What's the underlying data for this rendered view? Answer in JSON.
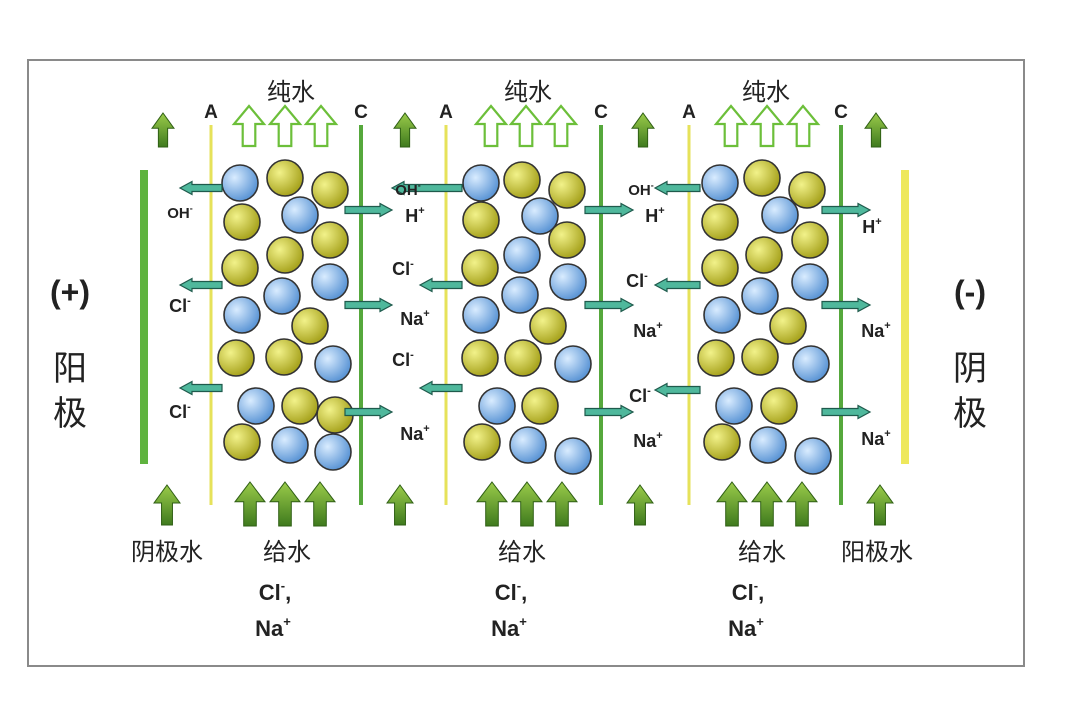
{
  "colors": {
    "frame": "#8a8a8a",
    "anion_membrane": "#e6e25a",
    "cation_membrane": "#56a83c",
    "anode_plate": "#5fb33f",
    "cathode_plate": "#eee85c",
    "ion_arrow": "#4fb89c",
    "up_arrow": "#6aa828",
    "yellow_bead": "#c7c735",
    "blue_bead": "#7fb3e8",
    "text": "#222222"
  },
  "labels": {
    "anode_sign": "(+)",
    "anode_char1": "阳",
    "anode_char2": "极",
    "cathode_sign": "(-)",
    "cathode_char1": "阴",
    "cathode_char2": "极",
    "pure_water": "纯水",
    "feed_water": "给水",
    "left_electrode_water": "阴极水",
    "right_electrode_water": "阳极水",
    "feed_ions_line1": "Cl-,",
    "feed_ions_line2": "Na+",
    "membrane_a": "A",
    "membrane_c": "C"
  },
  "ions": {
    "oh": "OH-",
    "h": "H+",
    "cl": "Cl-",
    "na": "Na+"
  },
  "legend_icons": [
    "hollow-up-arrow-icon",
    "solid-up-arrow-icon",
    "ion-arrow-icon"
  ]
}
